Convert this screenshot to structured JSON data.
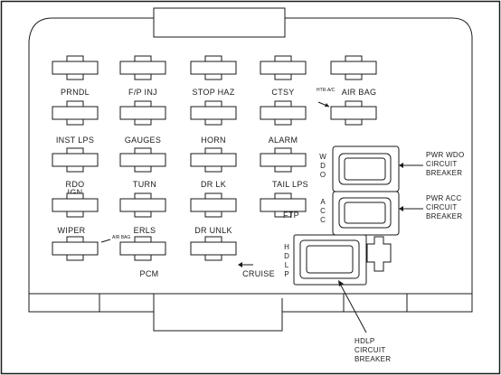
{
  "fuses": [
    {
      "id": "prndl",
      "label": "PRNDL"
    },
    {
      "id": "fp-inj",
      "label": "F/P INJ"
    },
    {
      "id": "stop-haz",
      "label": "STOP HAZ"
    },
    {
      "id": "ctsy",
      "label": "CTSY"
    },
    {
      "id": "air-bag",
      "label": "AIR BAG"
    },
    {
      "id": "inst-lps",
      "label": "INST LPS"
    },
    {
      "id": "gauges",
      "label": "GAUGES"
    },
    {
      "id": "horn",
      "label": "HORN"
    },
    {
      "id": "alarm",
      "label": "ALARM"
    },
    {
      "id": "rdo-ign",
      "label": "RDO"
    },
    {
      "id": "turn",
      "label": "TURN"
    },
    {
      "id": "dr-lk",
      "label": "DR LK"
    },
    {
      "id": "tail-lps",
      "label": "TAIL LPS"
    },
    {
      "id": "wiper",
      "label": "WIPER"
    },
    {
      "id": "erls",
      "label": "ERLS"
    },
    {
      "id": "dr-unlk",
      "label": "DR UNLK"
    },
    {
      "id": "ftp",
      "label": "FTP"
    },
    {
      "id": "pcm",
      "label": "PCM"
    },
    {
      "id": "cruise",
      "label": "CRUISE"
    }
  ],
  "small_labels": {
    "ign": "IGN",
    "htr_ac": "HTR-A/C",
    "air_bag_small": "AIR BAG"
  },
  "breakers": [
    {
      "id": "pwr-wdo",
      "side_letters": [
        "W",
        "D",
        "O"
      ],
      "callout": [
        "PWR WDO",
        "CIRCUIT",
        "BREAKER"
      ]
    },
    {
      "id": "pwr-acc",
      "side_letters": [
        "A",
        "C",
        "C"
      ],
      "callout": [
        "PWR ACC",
        "CIRCUIT",
        "BREAKER"
      ]
    },
    {
      "id": "hdlp",
      "side_letters": [
        "H",
        "D",
        "L",
        "P"
      ],
      "callout": [
        "HDLP",
        "CIRCUIT",
        "BREAKER"
      ]
    }
  ]
}
